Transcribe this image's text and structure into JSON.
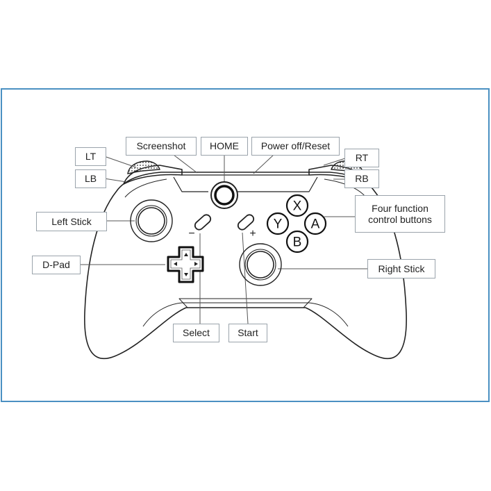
{
  "labels": {
    "lt": "LT",
    "lb": "LB",
    "screenshot": "Screenshot",
    "home": "HOME",
    "power": "Power off/Reset",
    "rt": "RT",
    "rb": "RB",
    "left_stick": "Left Stick",
    "dpad": "D-Pad",
    "four_function": "Four function control buttons",
    "right_stick": "Right Stick",
    "select": "Select",
    "start": "Start"
  },
  "face_buttons": {
    "x": "X",
    "y": "Y",
    "a": "A",
    "b": "B"
  },
  "symbols": {
    "minus": "−",
    "plus": "+"
  },
  "colors": {
    "frame": "#4a90c2",
    "line": "#222222",
    "leader": "#555555",
    "label_border": "#9aa3ab"
  }
}
